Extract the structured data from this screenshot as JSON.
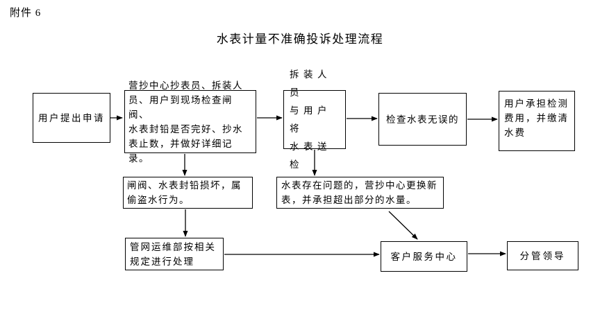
{
  "page": {
    "attachment_label": "附件 6",
    "title": "水表计量不准确投诉处理流程"
  },
  "flowchart": {
    "nodes": [
      {
        "id": "user-apply",
        "text": "用户提出申请"
      },
      {
        "id": "site-check",
        "text": "营抄中心抄表员、拆装人\n员、用户到现场检查闸阀、\n水表封铅是否完好、抄水\n表止数，并做好详细记录。"
      },
      {
        "id": "send-meter",
        "text": "拆装人员\n与用户将\n水表送检"
      },
      {
        "id": "meter-ok",
        "text": "检查水表无误的"
      },
      {
        "id": "user-pays",
        "text": "用户承担检测\n费用，并缴清\n水费"
      },
      {
        "id": "seal-damaged",
        "text": "闸阀、水表封铅损坏，属\n偷盗水行为。"
      },
      {
        "id": "meter-problem",
        "text": "水表存在问题的，营抄中心更换新\n表，并承担超出部分的水量。"
      },
      {
        "id": "pipeline-dept",
        "text": "管网运维部按相关\n规定进行处理"
      },
      {
        "id": "customer-service",
        "text": "客户服务中心"
      },
      {
        "id": "leader",
        "text": "分管领导"
      }
    ],
    "edges": [
      {
        "from": "user-apply",
        "to": "site-check"
      },
      {
        "from": "site-check",
        "to": "send-meter"
      },
      {
        "from": "send-meter",
        "to": "meter-ok"
      },
      {
        "from": "meter-ok",
        "to": "user-pays"
      },
      {
        "from": "site-check",
        "to": "seal-damaged"
      },
      {
        "from": "send-meter",
        "to": "meter-problem"
      },
      {
        "from": "seal-damaged",
        "to": "pipeline-dept"
      },
      {
        "from": "meter-problem",
        "to": "customer-service"
      },
      {
        "from": "pipeline-dept",
        "to": "customer-service"
      },
      {
        "from": "customer-service",
        "to": "leader"
      }
    ]
  },
  "colors": {
    "line": "#000000",
    "text": "#000000",
    "background": "#ffffff"
  }
}
